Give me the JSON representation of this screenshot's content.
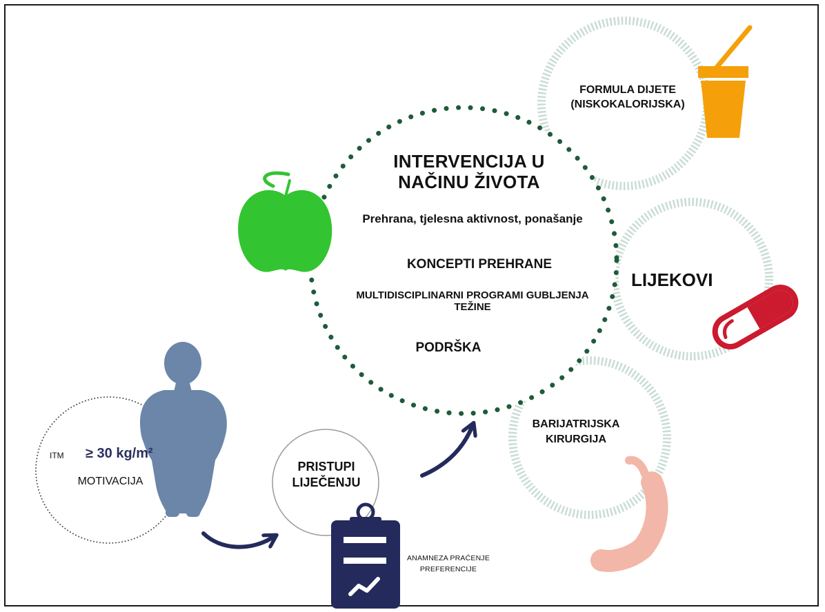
{
  "colors": {
    "apple": "#33c431",
    "pill_red": "#cc1a2e",
    "cup_orange": "#f5a00a",
    "stomach_pink": "#f2b7a8",
    "figure_blue": "#6b86a8",
    "navy": "#252a5c",
    "dot_green": "#1f5b3a",
    "stripe_gray": "#c9dcd6"
  },
  "center": {
    "title": "INTERVENCIJA U NAČINU ŽIVOTA",
    "subtitle": "Prehrana, tjelesna aktivnost, ponašanje",
    "concepts": "KONCEPTI PREHRANE",
    "programs": "MULTIDISCIPLINARNI PROGRAMI GUBLJENJA TEŽINE",
    "support": "PODRŠKA"
  },
  "options": {
    "formula": "FORMULA DIJETE (NISKOKALORIJSKA)",
    "drugs": "LIJEKOVI",
    "surgery": "BARIJATRIJSKA KIRURGIJA"
  },
  "patient": {
    "itm_label": "ITM",
    "threshold": "≥ 30 kg/m²",
    "motivation": "MOTIVACIJA"
  },
  "approaches": {
    "title": "PRISTUPI LIJEČENJU",
    "checklist": "ANAMNEZA PRAĆENJE PREFERENCIJE"
  },
  "icons": [
    "apple-icon",
    "cup-icon",
    "pill-icon",
    "stomach-icon",
    "person-icon",
    "clipboard-icon",
    "arrow-icon"
  ]
}
